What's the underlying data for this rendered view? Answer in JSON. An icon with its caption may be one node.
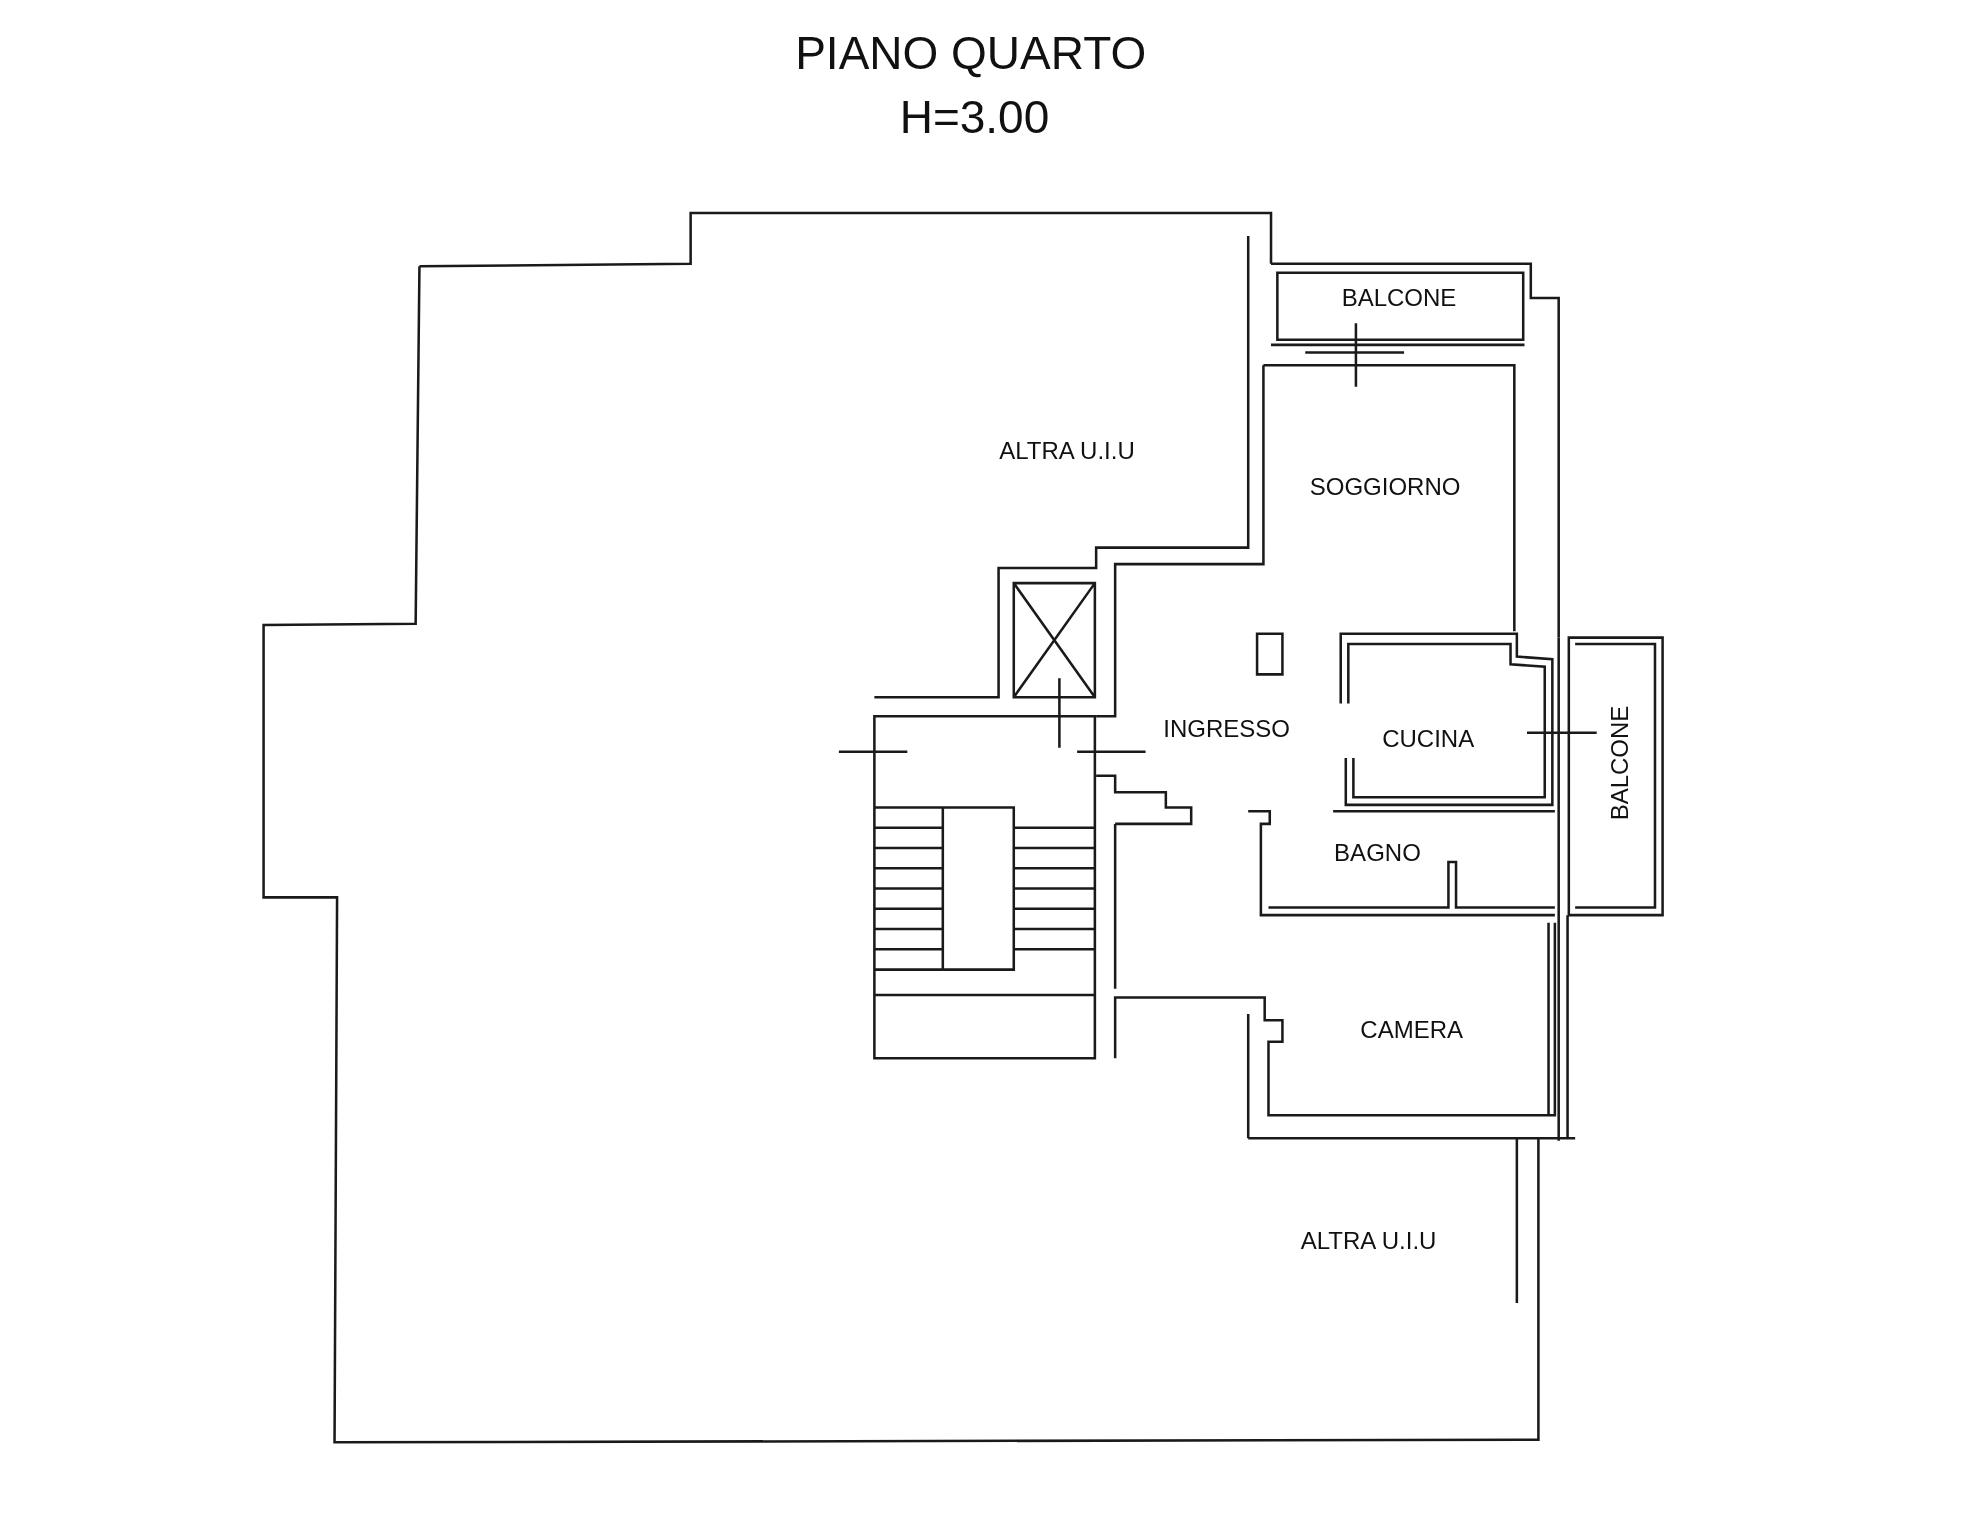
{
  "diagram": {
    "title": "PIANO QUARTO",
    "labels": [
      "H=3.00",
      "BALCONE",
      "ALTRA U.I.U",
      "SOGGIORNO",
      "INGRESSO",
      "CUCINA",
      "BALCONE",
      "BAGNO",
      "CAMERA",
      "ALTRA U.I.U"
    ]
  }
}
